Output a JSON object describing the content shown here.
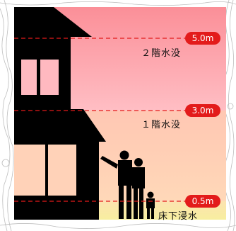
{
  "levels": [
    {
      "depth": "5.0m",
      "label": "２階水没"
    },
    {
      "depth": "3.0m",
      "label": "１階水没"
    },
    {
      "depth": "0.5m",
      "label": "床下浸水"
    }
  ],
  "colors": {
    "upper_band": "#ffb0b6",
    "middle_band": "#ffcfb3",
    "lower_band": "#fae6a8",
    "line": "#e31b1b",
    "badge": "#e31b1b",
    "silhouette": "#000000"
  }
}
